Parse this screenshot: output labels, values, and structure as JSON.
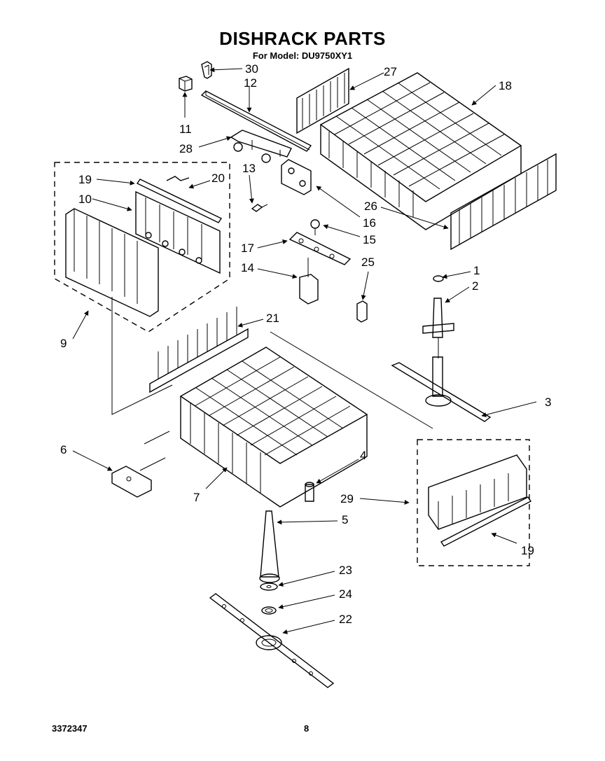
{
  "header": {
    "title": "DISHRACK PARTS",
    "subtitle": "For Model: DU9750XY1"
  },
  "footer": {
    "doc_number": "3372347",
    "page_number": "8"
  },
  "callouts": [
    "30",
    "12",
    "11",
    "28",
    "27",
    "18",
    "13",
    "16",
    "19",
    "20",
    "10",
    "26",
    "15",
    "17",
    "1",
    "14",
    "25",
    "2",
    "9",
    "21",
    "3",
    "6",
    "4",
    "7",
    "29",
    "5",
    "19",
    "23",
    "24",
    "22"
  ]
}
